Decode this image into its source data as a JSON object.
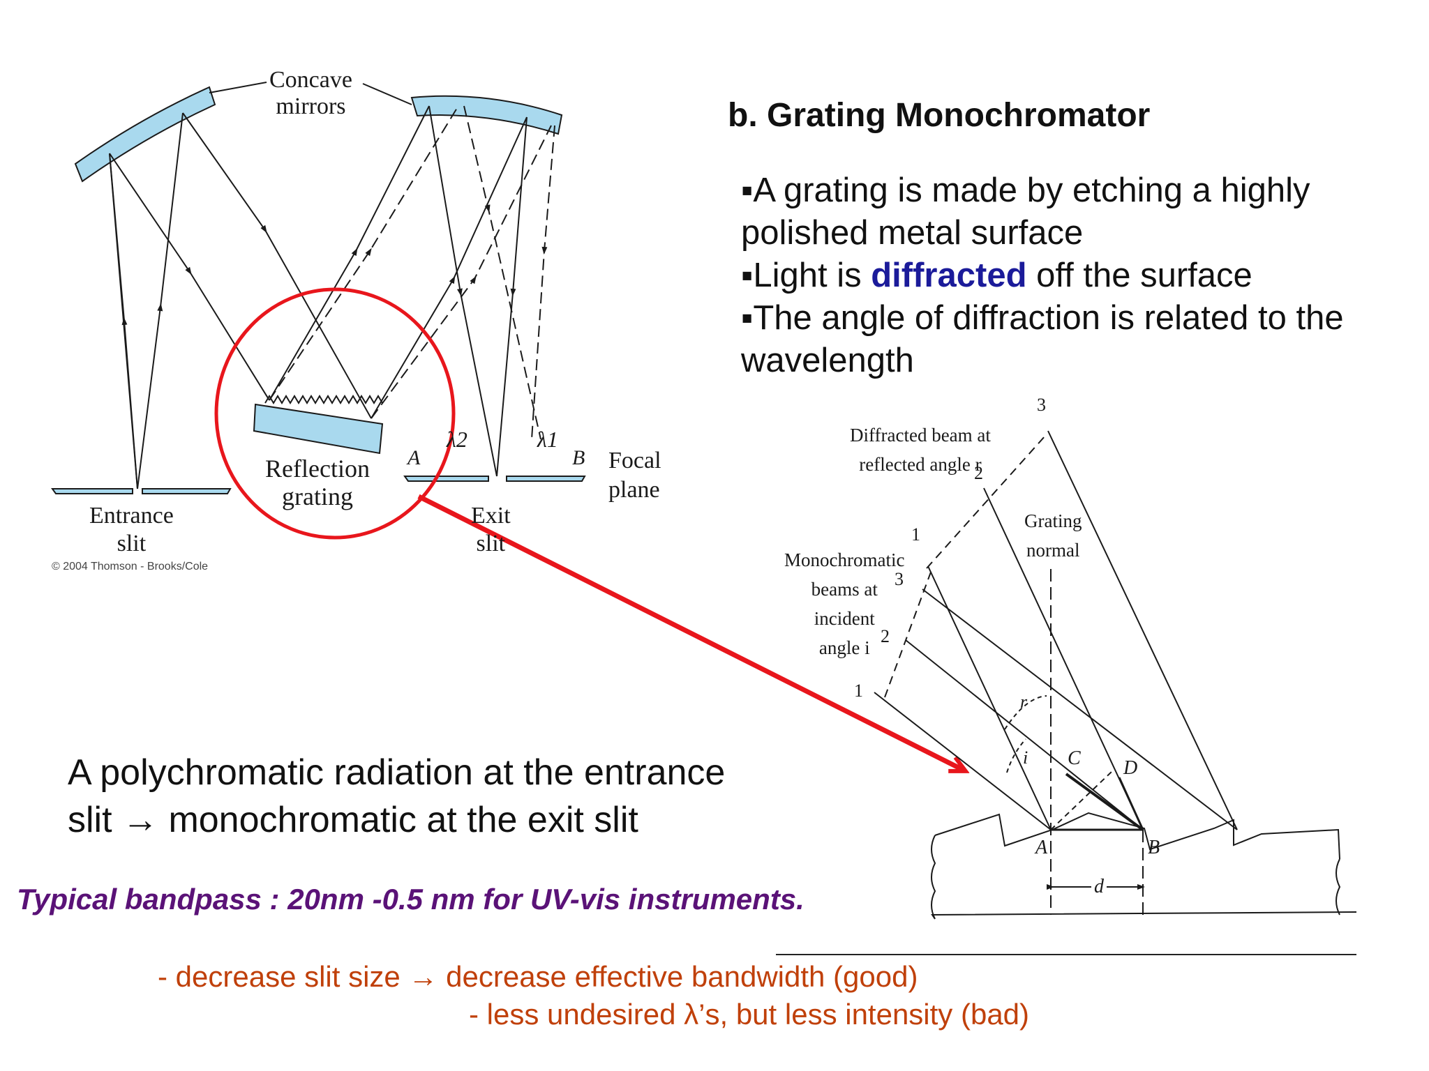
{
  "title": "b. Grating Monochromator",
  "bullets": [
    {
      "marker": "▪",
      "pre": "A grating is made by etching a highly polished metal surface",
      "highlight": "",
      "post": ""
    },
    {
      "marker": "▪",
      "pre": "Light is ",
      "highlight": "diffracted",
      "post": " off the surface"
    },
    {
      "marker": "▪",
      "pre": "The angle of diffraction is related to the wavelength",
      "highlight": "",
      "post": ""
    }
  ],
  "left_diagram": {
    "concave_mirrors": [
      "Concave",
      "mirrors"
    ],
    "reflection_grating": [
      "Reflection",
      "grating"
    ],
    "entrance_slit": [
      "Entrance",
      "slit"
    ],
    "exit_slit": [
      "Exit",
      "slit"
    ],
    "focal_plane": [
      "Focal",
      "plane"
    ],
    "point_a": "A",
    "point_b": "B",
    "lambda2": "λ2",
    "lambda1": "λ1",
    "copyright": "© 2004 Thomson - Brooks/Cole"
  },
  "right_diagram": {
    "diffracted_beam": [
      "Diffracted beam at",
      "reflected angle r"
    ],
    "grating_normal": [
      "Grating",
      "normal"
    ],
    "monochromatic_beams": [
      "Monochromatic",
      "beams at",
      "incident",
      "angle i"
    ],
    "beam_numbers_diffracted": [
      "1",
      "2",
      "3"
    ],
    "beam_numbers_incident": [
      "1",
      "2",
      "3"
    ],
    "angle_r": "r",
    "angle_i": "i",
    "point_a": "A",
    "point_b": "B",
    "point_c": "C",
    "point_d": "D",
    "spacing_d": "d"
  },
  "summary": "A polychromatic radiation at the entrance slit → monochromatic at the exit slit",
  "bandpass": "Typical bandpass : 20nm -0.5 nm for UV-vis instruments.",
  "notes": [
    "- decrease slit size  → decrease effective bandwidth  (good)",
    "- less undesired λ’s, but less intensity (bad)"
  ],
  "colors": {
    "title": "#111111",
    "highlight": "#1b1b9a",
    "bandpass": "#5a1277",
    "notes": "#c0400a",
    "callout": "#e8161c",
    "optics_fill": "#a9d9ee"
  }
}
